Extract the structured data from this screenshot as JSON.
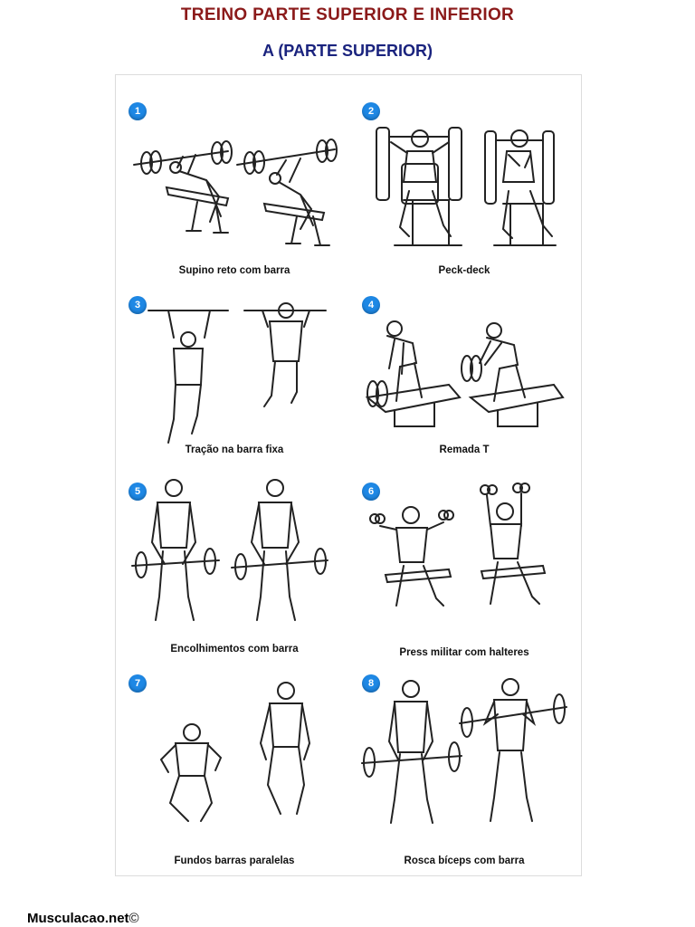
{
  "header": {
    "title": "TREINO PARTE SUPERIOR E INFERIOR",
    "subtitle": "A (PARTE SUPERIOR)"
  },
  "colors": {
    "title": "#8B1A1A",
    "subtitle": "#1A237E",
    "badge": "#1E88E5",
    "line": "#222222"
  },
  "exercises": [
    {
      "number": "1",
      "name": "Supino reto com barra"
    },
    {
      "number": "2",
      "name": "Peck-deck"
    },
    {
      "number": "3",
      "name": "Tração na barra fixa"
    },
    {
      "number": "4",
      "name": "Remada T"
    },
    {
      "number": "5",
      "name": "Encolhimentos com barra"
    },
    {
      "number": "6",
      "name": "Press militar com halteres"
    },
    {
      "number": "7",
      "name": "Fundos barras paralelas"
    },
    {
      "number": "8",
      "name": "Rosca bíceps com barra"
    }
  ],
  "footer": {
    "brand": "Musculacao.net",
    "copyright": "©"
  }
}
